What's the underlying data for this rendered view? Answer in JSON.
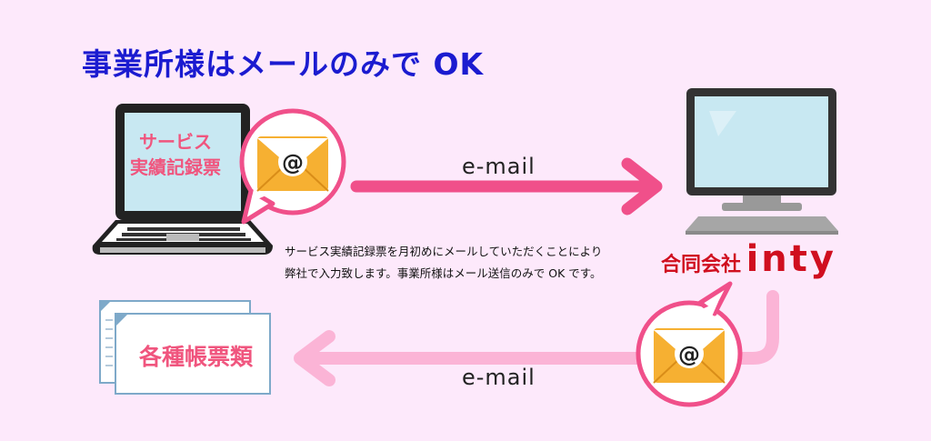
{
  "title": "事業所様はメールのみで OK",
  "laptop_screen": {
    "line1": "サービス",
    "line2": "実績記録票"
  },
  "arrow_top": {
    "label": "e-mail"
  },
  "arrow_bottom": {
    "label": "e-mail"
  },
  "description": {
    "line1": "サービス実績記録票を月初めにメールしていただくことにより",
    "line2": "弊社で入力致します。事業所様はメール送信のみで OK です。"
  },
  "company": {
    "jp": "合同会社",
    "en": "inty"
  },
  "forms": {
    "label": "各種帳票類"
  },
  "icons": {
    "laptop": "laptop-icon",
    "desktop": "desktop-computer-icon",
    "envelope": "email-envelope-icon",
    "documents": "document-stack-icon"
  },
  "colors": {
    "background": "#fde9fb",
    "title": "#1b1bd0",
    "arrow_top": "#f0508a",
    "arrow_bottom": "#fbb4d6",
    "accent_pink": "#f0557e",
    "company_red": "#d00f1f",
    "envelope": "#f6b032",
    "screen": "#c8e8f2"
  }
}
